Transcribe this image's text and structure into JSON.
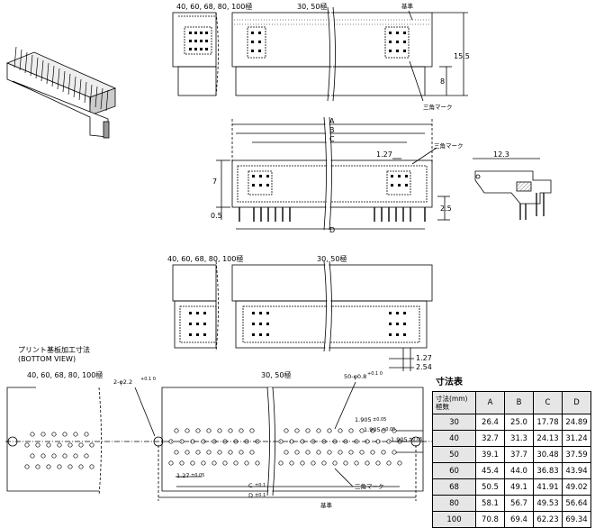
{
  "top_view": {
    "pins_multi": "40, 60, 68, 80, 100極",
    "pins_single": "30, 50極",
    "datum": "基準",
    "dim_height": "15.5",
    "dim_8": "8",
    "triangle_mark": "三角マーク"
  },
  "front_view": {
    "dim_a": "A",
    "dim_b": "B",
    "dim_c": "C",
    "dim_d": "D",
    "dim_127": "1.27",
    "dim_7": "7",
    "dim_05": "0.5",
    "dim_25": "2.5",
    "triangle_mark": "三角マーク"
  },
  "side_view": {
    "dim_123": "12.3"
  },
  "bottom_view": {
    "pins_multi": "40, 60, 68, 80, 100極",
    "pins_single": "30, 50極",
    "dim_127": "1.27",
    "dim_254": "2.54"
  },
  "pcb_layout": {
    "title_line1": "プリント基板加工寸法",
    "title_line2": "(BOTTOM VIEW)",
    "pins_multi": "40, 60, 68, 80, 100極",
    "pins_single": "30, 50極",
    "hole_large": "2-φ2.2",
    "hole_large_tol": "+0.1 0",
    "hole_small": "50-φ0.8",
    "hole_small_tol": "+0.1 0",
    "pitch_1": "1.905",
    "pitch_1_tol": "±0.05",
    "pitch_2": "1.905",
    "pitch_2_tol": "±0.05",
    "pitch_3": "1.905",
    "pitch_3_tol": "±0.05",
    "pitch_127": "1.27",
    "pitch_127_tol": "±0.05",
    "dim_c": "C",
    "dim_c_tol": "±0.1",
    "dim_d": "D",
    "dim_d_tol": "±0.1",
    "triangle_mark": "三角マーク",
    "datum": "基準"
  },
  "table": {
    "title": "寸法表",
    "header_dim": "寸法(mm)",
    "header_pins": "極数",
    "col_a": "A",
    "col_b": "B",
    "col_c": "C",
    "col_d": "D",
    "rows": [
      {
        "pins": "30",
        "a": "26.4",
        "b": "25.0",
        "c": "17.78",
        "d": "24.89"
      },
      {
        "pins": "40",
        "a": "32.7",
        "b": "31.3",
        "c": "24.13",
        "d": "31.24"
      },
      {
        "pins": "50",
        "a": "39.1",
        "b": "37.7",
        "c": "30.48",
        "d": "37.59"
      },
      {
        "pins": "60",
        "a": "45.4",
        "b": "44.0",
        "c": "36.83",
        "d": "43.94"
      },
      {
        "pins": "68",
        "a": "50.5",
        "b": "49.1",
        "c": "41.91",
        "d": "49.02"
      },
      {
        "pins": "80",
        "a": "58.1",
        "b": "56.7",
        "c": "49.53",
        "d": "56.64"
      },
      {
        "pins": "100",
        "a": "70.8",
        "b": "69.4",
        "c": "62.23",
        "d": "69.34"
      }
    ]
  }
}
